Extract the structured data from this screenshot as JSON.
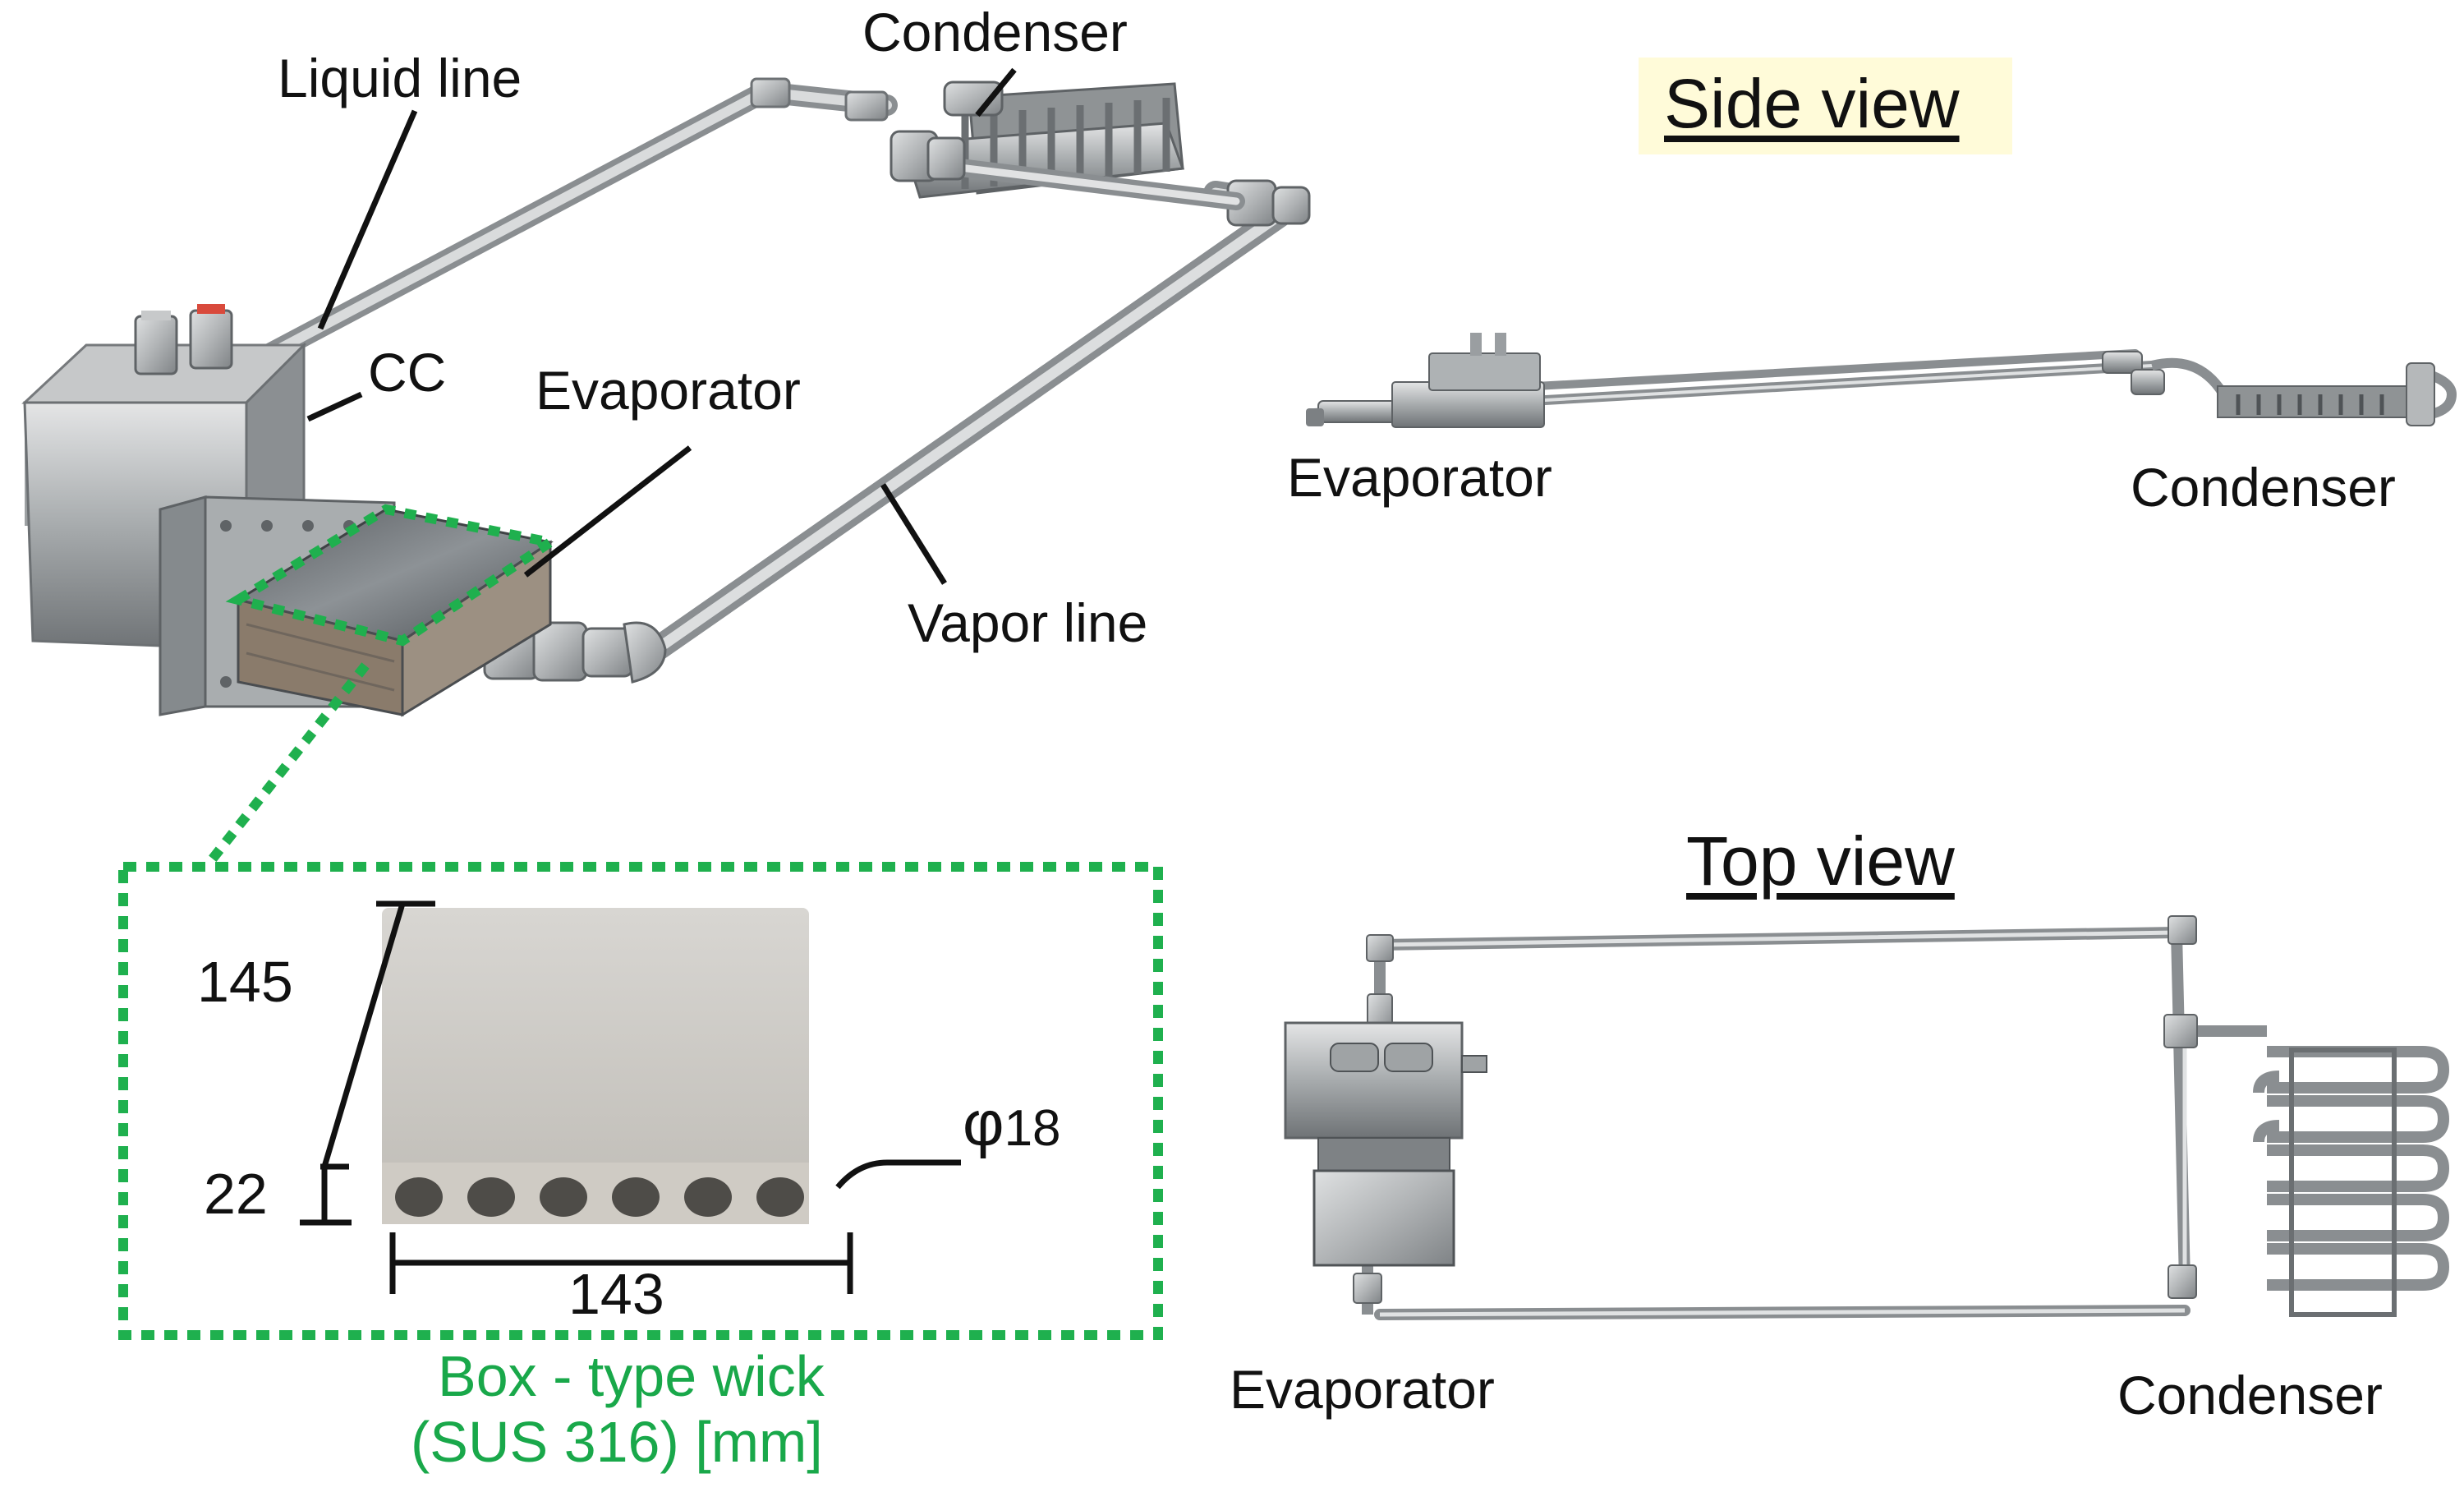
{
  "colors": {
    "accent_green": "#1fb04e",
    "title_bg": "#fffbd9",
    "metal": "#b9bcbe",
    "metal_dark": "#7d8184",
    "wick": "#cfccc6"
  },
  "labels": {
    "liquid_line": "Liquid line",
    "condenser": "Condenser",
    "cc": "CC",
    "evaporator": "Evaporator",
    "vapor_line": "Vapor line"
  },
  "side_view": {
    "title": "Side view",
    "evaporator": "Evaporator",
    "condenser": "Condenser"
  },
  "top_view": {
    "title": "Top view",
    "evaporator": "Evaporator",
    "condenser": "Condenser"
  },
  "wick": {
    "dim_length": "145",
    "dim_height": "22",
    "dim_width": "143",
    "dim_hole_symbol": "φ",
    "dim_hole_value": "18",
    "caption_line1": "Box - type wick",
    "caption_line2": "(SUS 316) [mm]"
  }
}
